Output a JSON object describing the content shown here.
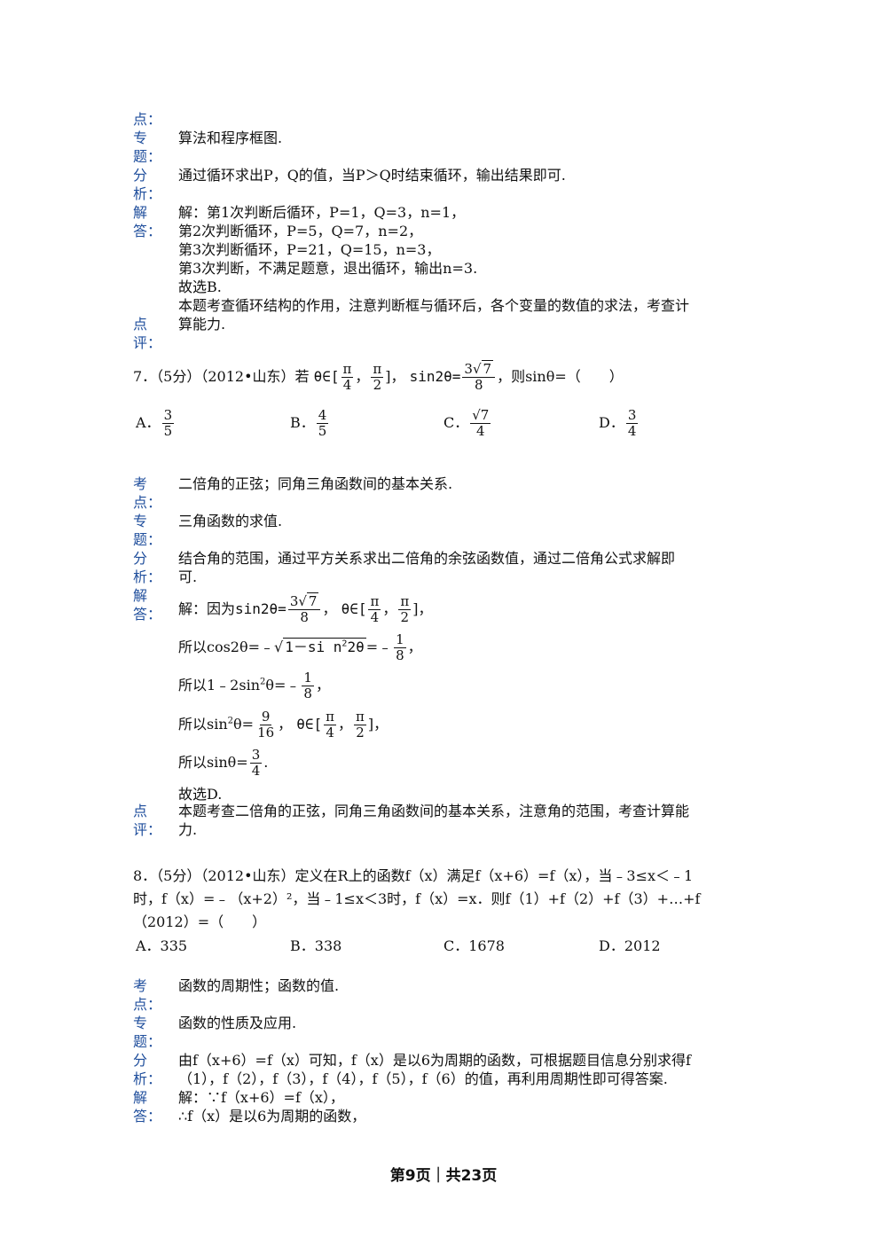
{
  "s0": {
    "labels": [
      "点：",
      "专",
      "题：",
      "分",
      "析：",
      "解",
      "答：",
      "",
      "",
      "",
      "",
      "点",
      "评："
    ],
    "topic": "算法和程序框图.",
    "analysis": "通过循环求出P，Q的值，当P＞Q时结束循环，输出结果即可.",
    "sol": [
      "解：第1次判断后循环，P=1，Q=3，n=1，",
      "第2次判断循环，P=5，Q=7，n=2，",
      "第3次判断循环，P=21，Q=15，n=3，",
      "第3次判断，不满足题意，退出循环，输出n=3.",
      "故选B."
    ],
    "comment": [
      "本题考查循环结构的作用，注意判断框与循环后，各个变量的数值的求法，考查计",
      "算能力."
    ]
  },
  "q7": {
    "prefix": "7．（5分）（2012•山东）若",
    "theta_in": "θ∈[",
    "pi": "π",
    "four": "4",
    "two": "2",
    "comma": "，",
    "close": "]，",
    "sin2theta": "sin2θ=",
    "three": "3",
    "seven": "7",
    "eight": "8",
    "suffix": "，则sinθ=（　　）",
    "options": {
      "A": {
        "label": "A．",
        "num": "3",
        "den": "5"
      },
      "B": {
        "label": "B．",
        "num": "4",
        "den": "5"
      },
      "C": {
        "label": "C．",
        "num": "√7",
        "den": "4"
      },
      "D": {
        "label": "D．",
        "num": "3",
        "den": "4"
      }
    },
    "labels": [
      "考",
      "点：",
      "专",
      "题：",
      "分",
      "析：",
      "解",
      "答："
    ],
    "point": "二倍角的正弦；同角三角函数间的基本关系.",
    "topic": "三角函数的求值.",
    "analysis": [
      "结合角的范围，通过平方关系求出二倍角的余弦函数值，通过二倍角公式求解即",
      "可."
    ],
    "sol1_pre": "解：因为",
    "sol2_pre": "所以cos2θ=﹣",
    "sol2_rad": "1－si n",
    "sol2_sup": "2",
    "sol2_rad_end": "2θ",
    "sol2_mid": "=﹣",
    "one": "1",
    "sol3_pre": "所以1﹣2sin",
    "sol3_mid": "θ=﹣",
    "sol4_pre": "所以sin",
    "sol4_mid": "θ=",
    "nine": "9",
    "sixteen": "16",
    "sol5_pre": "所以sinθ=",
    "period": ".",
    "sol6": "故选D.",
    "comment_labels": [
      "点",
      "评："
    ],
    "comment": [
      "本题考查二倍角的正弦，同角三角函数间的基本关系，注意角的范围，考查计算能",
      "力."
    ]
  },
  "q8": {
    "stem": [
      "8．（5分）（2012•山东）定义在R上的函数f（x）满足f（x+6）=f（x），当﹣3≤x＜﹣1",
      "时，f（x）=﹣（x+2）²，当﹣1≤x＜3时，f（x）=x．则f（1）+f（2）+f（3）+…+f",
      "（2012）=（　　）"
    ],
    "options": {
      "A": "A．335",
      "B": "B．338",
      "C": "C．1678",
      "D": "D．2012"
    },
    "labels": [
      "考",
      "点：",
      "专",
      "题：",
      "分",
      "析：",
      "解",
      "答："
    ],
    "point": "函数的周期性；函数的值.",
    "topic": "函数的性质及应用.",
    "analysis": [
      "由f（x+6）=f（x）可知，f（x）是以6为周期的函数，可根据题目信息分别求得f",
      "（1），f（2），f（3），f（4），f（5），f（6）的值，再利用周期性即可得答案."
    ],
    "sol": [
      "解：∵f（x+6）=f（x），",
      "∴f（x）是以6为周期的函数，"
    ]
  },
  "footer": "第9页｜共23页"
}
